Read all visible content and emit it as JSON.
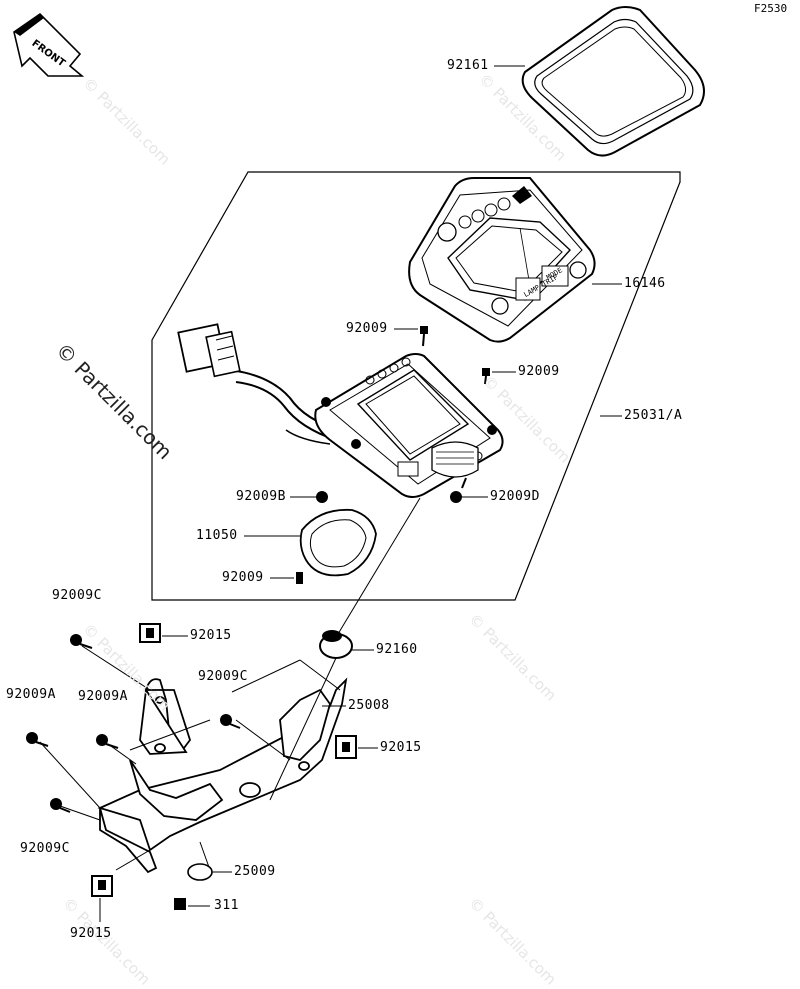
{
  "figure_code": "F2530",
  "front_label": "FRONT",
  "watermark": "© Partzilla.com",
  "callouts": {
    "c92161": "92161",
    "c16146": "16146",
    "c92009_top": "92009",
    "c92009_right": "92009",
    "c25031A": "25031/A",
    "c92009B": "92009B",
    "c92009D": "92009D",
    "c11050": "11050",
    "c92009_low": "92009",
    "c92009C_top": "92009C",
    "c92015_top": "92015",
    "c92160": "92160",
    "c92009C_mid": "92009C",
    "c25008": "25008",
    "c92009A_left": "92009A",
    "c92009A_mid": "92009A",
    "c92015_mid": "92015",
    "c92009C_bot": "92009C",
    "c25009": "25009",
    "c311": "311",
    "c92015_bot": "92015"
  },
  "meter_face": {
    "left_button": "LAMP TRIP",
    "right_button": "MODE"
  }
}
